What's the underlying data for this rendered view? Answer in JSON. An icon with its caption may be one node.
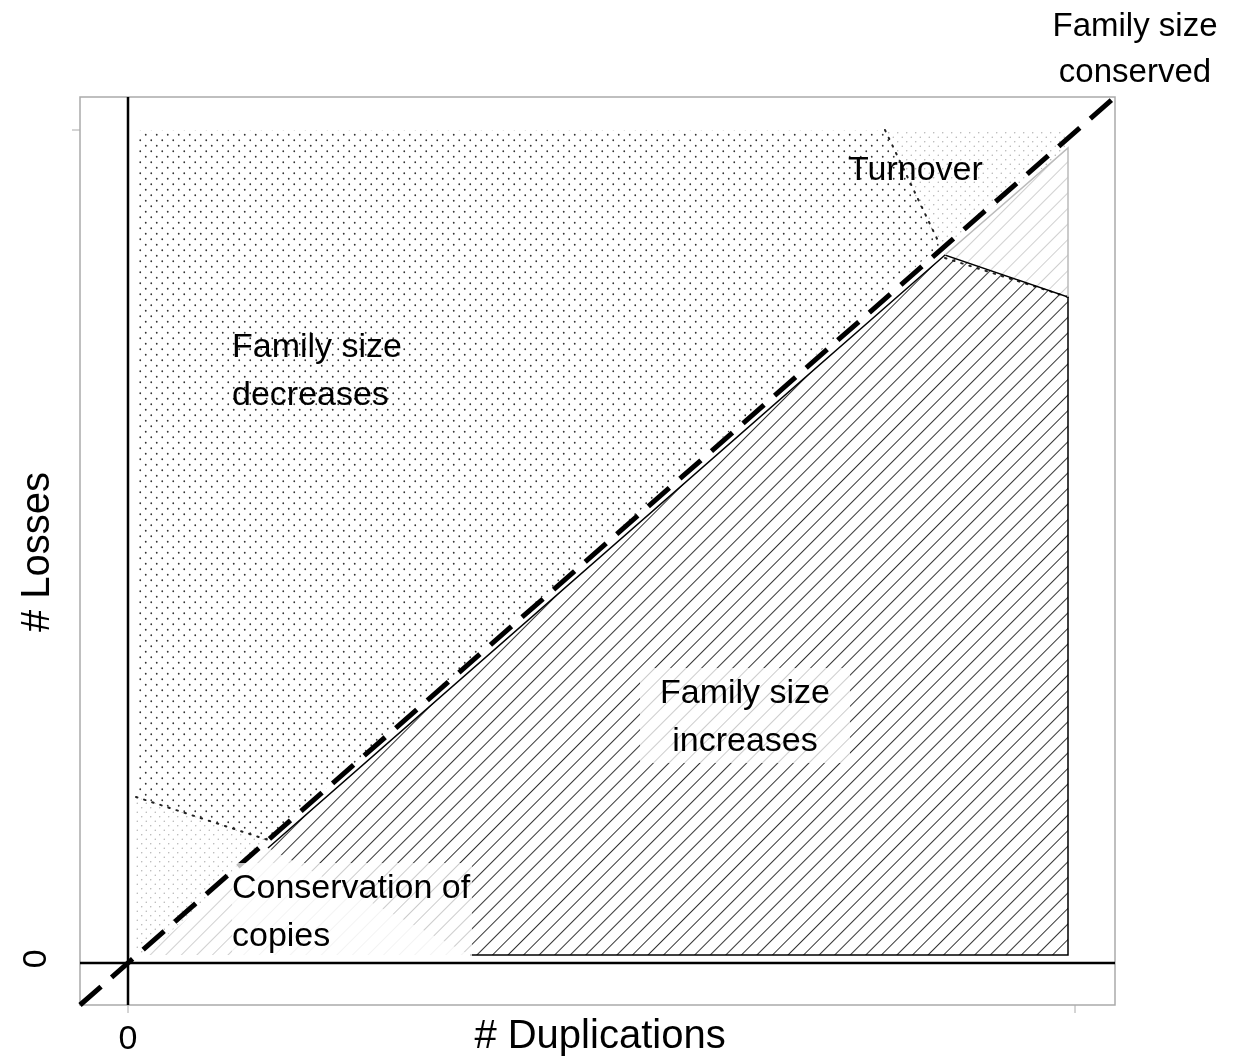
{
  "diagram": {
    "labels": [
      "Family size conserved",
      "Turnover",
      "Family size decreases",
      "# Losses",
      "Family size increases",
      "Conservation of copies",
      "0",
      "0",
      "# Duplications"
    ]
  }
}
